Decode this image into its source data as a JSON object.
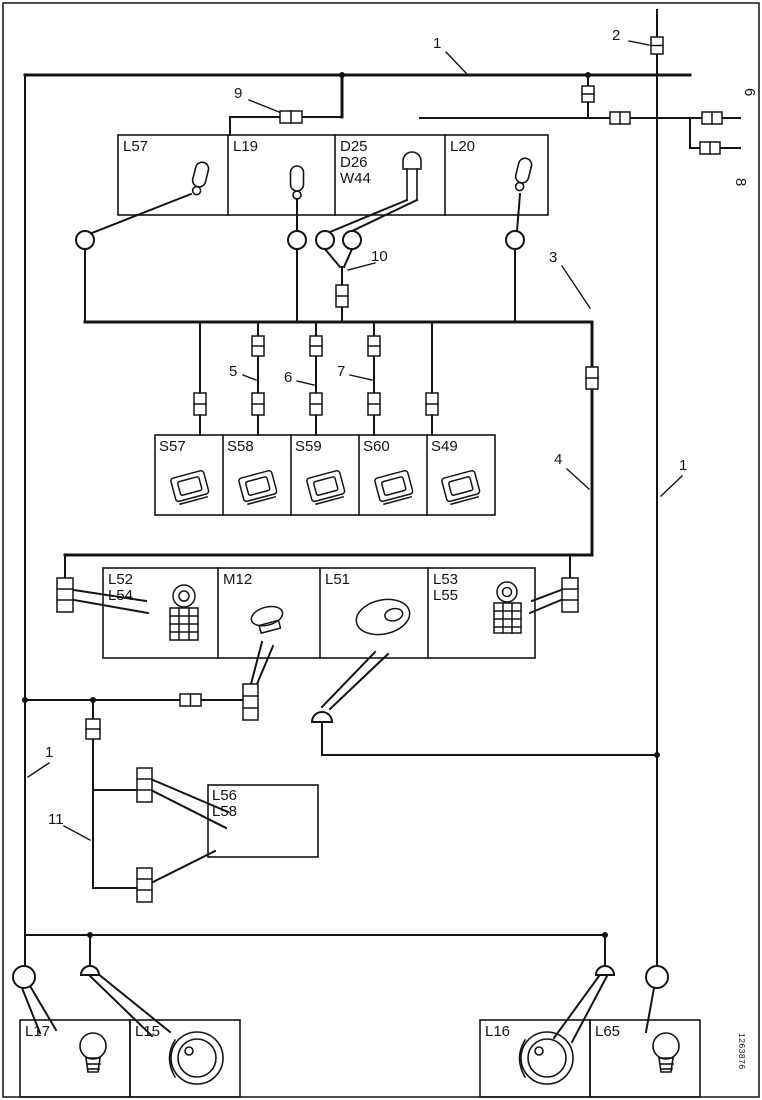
{
  "figure_code": "1263876",
  "callouts": {
    "one_top": "1",
    "two": "2",
    "nine": "9",
    "ten": "10",
    "three": "3",
    "five": "5",
    "six_mid": "6",
    "seven": "7",
    "four": "4",
    "one_right": "1",
    "one_left": "1",
    "eleven": "11",
    "six_edge": "6",
    "eight_edge": "8"
  },
  "bulb_box": {
    "l57": "L57",
    "l19": "L19",
    "d25": "D25",
    "d26": "D26",
    "w44": "W44",
    "l20": "L20"
  },
  "switch_box": {
    "s57": "S57",
    "s58": "S58",
    "s59": "S59",
    "s60": "S60",
    "s49": "S49"
  },
  "device_box": {
    "l52": "L52",
    "l54": "L54",
    "m12": "M12",
    "l51": "L51",
    "l53": "L53",
    "l55": "L55"
  },
  "marker_box": {
    "l56": "L56",
    "l58": "L58"
  },
  "lamp_boxes": {
    "l17": "L17",
    "l15": "L15",
    "l16": "L16",
    "l65": "L65"
  }
}
